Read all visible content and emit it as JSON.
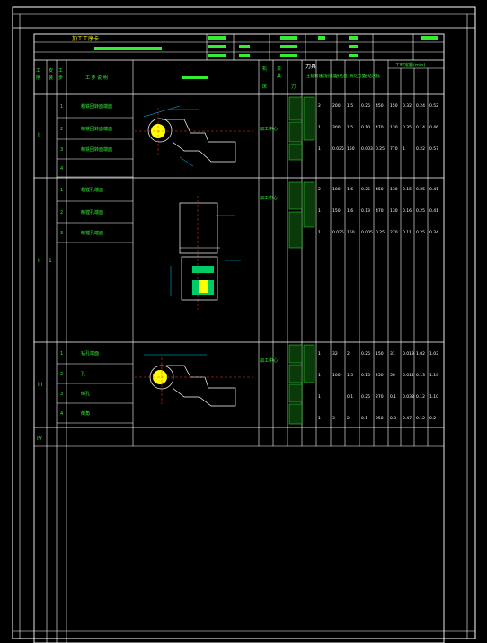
{
  "sheet": {
    "title": "加工工序卡",
    "part_name_box": "",
    "header_row1": [
      "",
      "",
      ""
    ],
    "header_row2": [
      "",
      "",
      ""
    ],
    "tool_title": "刀具",
    "columns_right": [
      "主轴转速",
      "切削速度",
      "进给量",
      "背吃刀量",
      "进给次数",
      "工时定额(min)"
    ]
  },
  "operations": [
    {
      "seq": "I",
      "group": "",
      "steps": [
        {
          "no": "1",
          "name": "粗铣回转面端面"
        },
        {
          "no": "2",
          "name": "精铣回转面端面"
        },
        {
          "no": "3",
          "name": "精铣回转面端面"
        },
        {
          "no": "4",
          "name": ""
        }
      ],
      "machine": "加工中心",
      "rows": [
        [
          "2",
          "200",
          "1.5",
          "0.25",
          "450",
          "150",
          "0.32",
          "0.24",
          "0.52"
        ],
        [
          "1",
          "300",
          "1.5",
          "0.10",
          "470",
          "130",
          "0.35",
          "0.14",
          "0.46"
        ],
        [
          "1",
          "0.025",
          "150",
          "0.003",
          "0.25",
          "770",
          "1",
          "0.22",
          "0.57"
        ]
      ]
    },
    {
      "seq": "II",
      "group": "1",
      "steps": [
        {
          "no": "1",
          "name": "粗镗孔端面"
        },
        {
          "no": "2",
          "name": "精镗孔端面"
        },
        {
          "no": "3",
          "name": "精镗孔端面"
        }
      ],
      "machine": "加工中心",
      "rows": [
        [
          "2",
          "100",
          "1.6",
          "0.25",
          "450",
          "130",
          "0.15",
          "0.25",
          "0.41"
        ],
        [
          "1",
          "150",
          "1.6",
          "0.13",
          "470",
          "130",
          "0.16",
          "0.25",
          "0.41"
        ],
        [
          "1",
          "0.025",
          "150",
          "0.005",
          "0.25",
          "270",
          "0.11",
          "0.25",
          "0.34"
        ]
      ]
    },
    {
      "seq": "III",
      "group": "",
      "steps": [
        {
          "no": "1",
          "name": "钻孔端面"
        },
        {
          "no": "2",
          "name": "孔"
        },
        {
          "no": "3",
          "name": "倒孔"
        },
        {
          "no": "4",
          "name": "倒角"
        }
      ],
      "machine": "加工中心",
      "rows": [
        [
          "1",
          "32",
          "2",
          "0.25",
          "150",
          "31",
          "0.013",
          "1.02",
          "1.03"
        ],
        [
          "1",
          "100",
          "1.5",
          "0.15",
          "250",
          "50",
          "0.012",
          "0.13",
          "1.14"
        ],
        [
          "1",
          "",
          "0.1",
          "0.25",
          "270",
          "0.1",
          "0.038",
          "0.12",
          "1.10"
        ],
        [
          "1",
          "3",
          "2",
          "0.1",
          "250",
          "0.3",
          "0.47",
          "0.12",
          "0.2"
        ]
      ]
    },
    {
      "seq": "IV",
      "group": "",
      "steps": [],
      "machine": "",
      "rows": []
    }
  ],
  "colors": {
    "line": "#ffffff",
    "text": "#33ee33",
    "accent": "#ff3333",
    "highlight": "#ffff00",
    "drawing": "#00ccff"
  }
}
